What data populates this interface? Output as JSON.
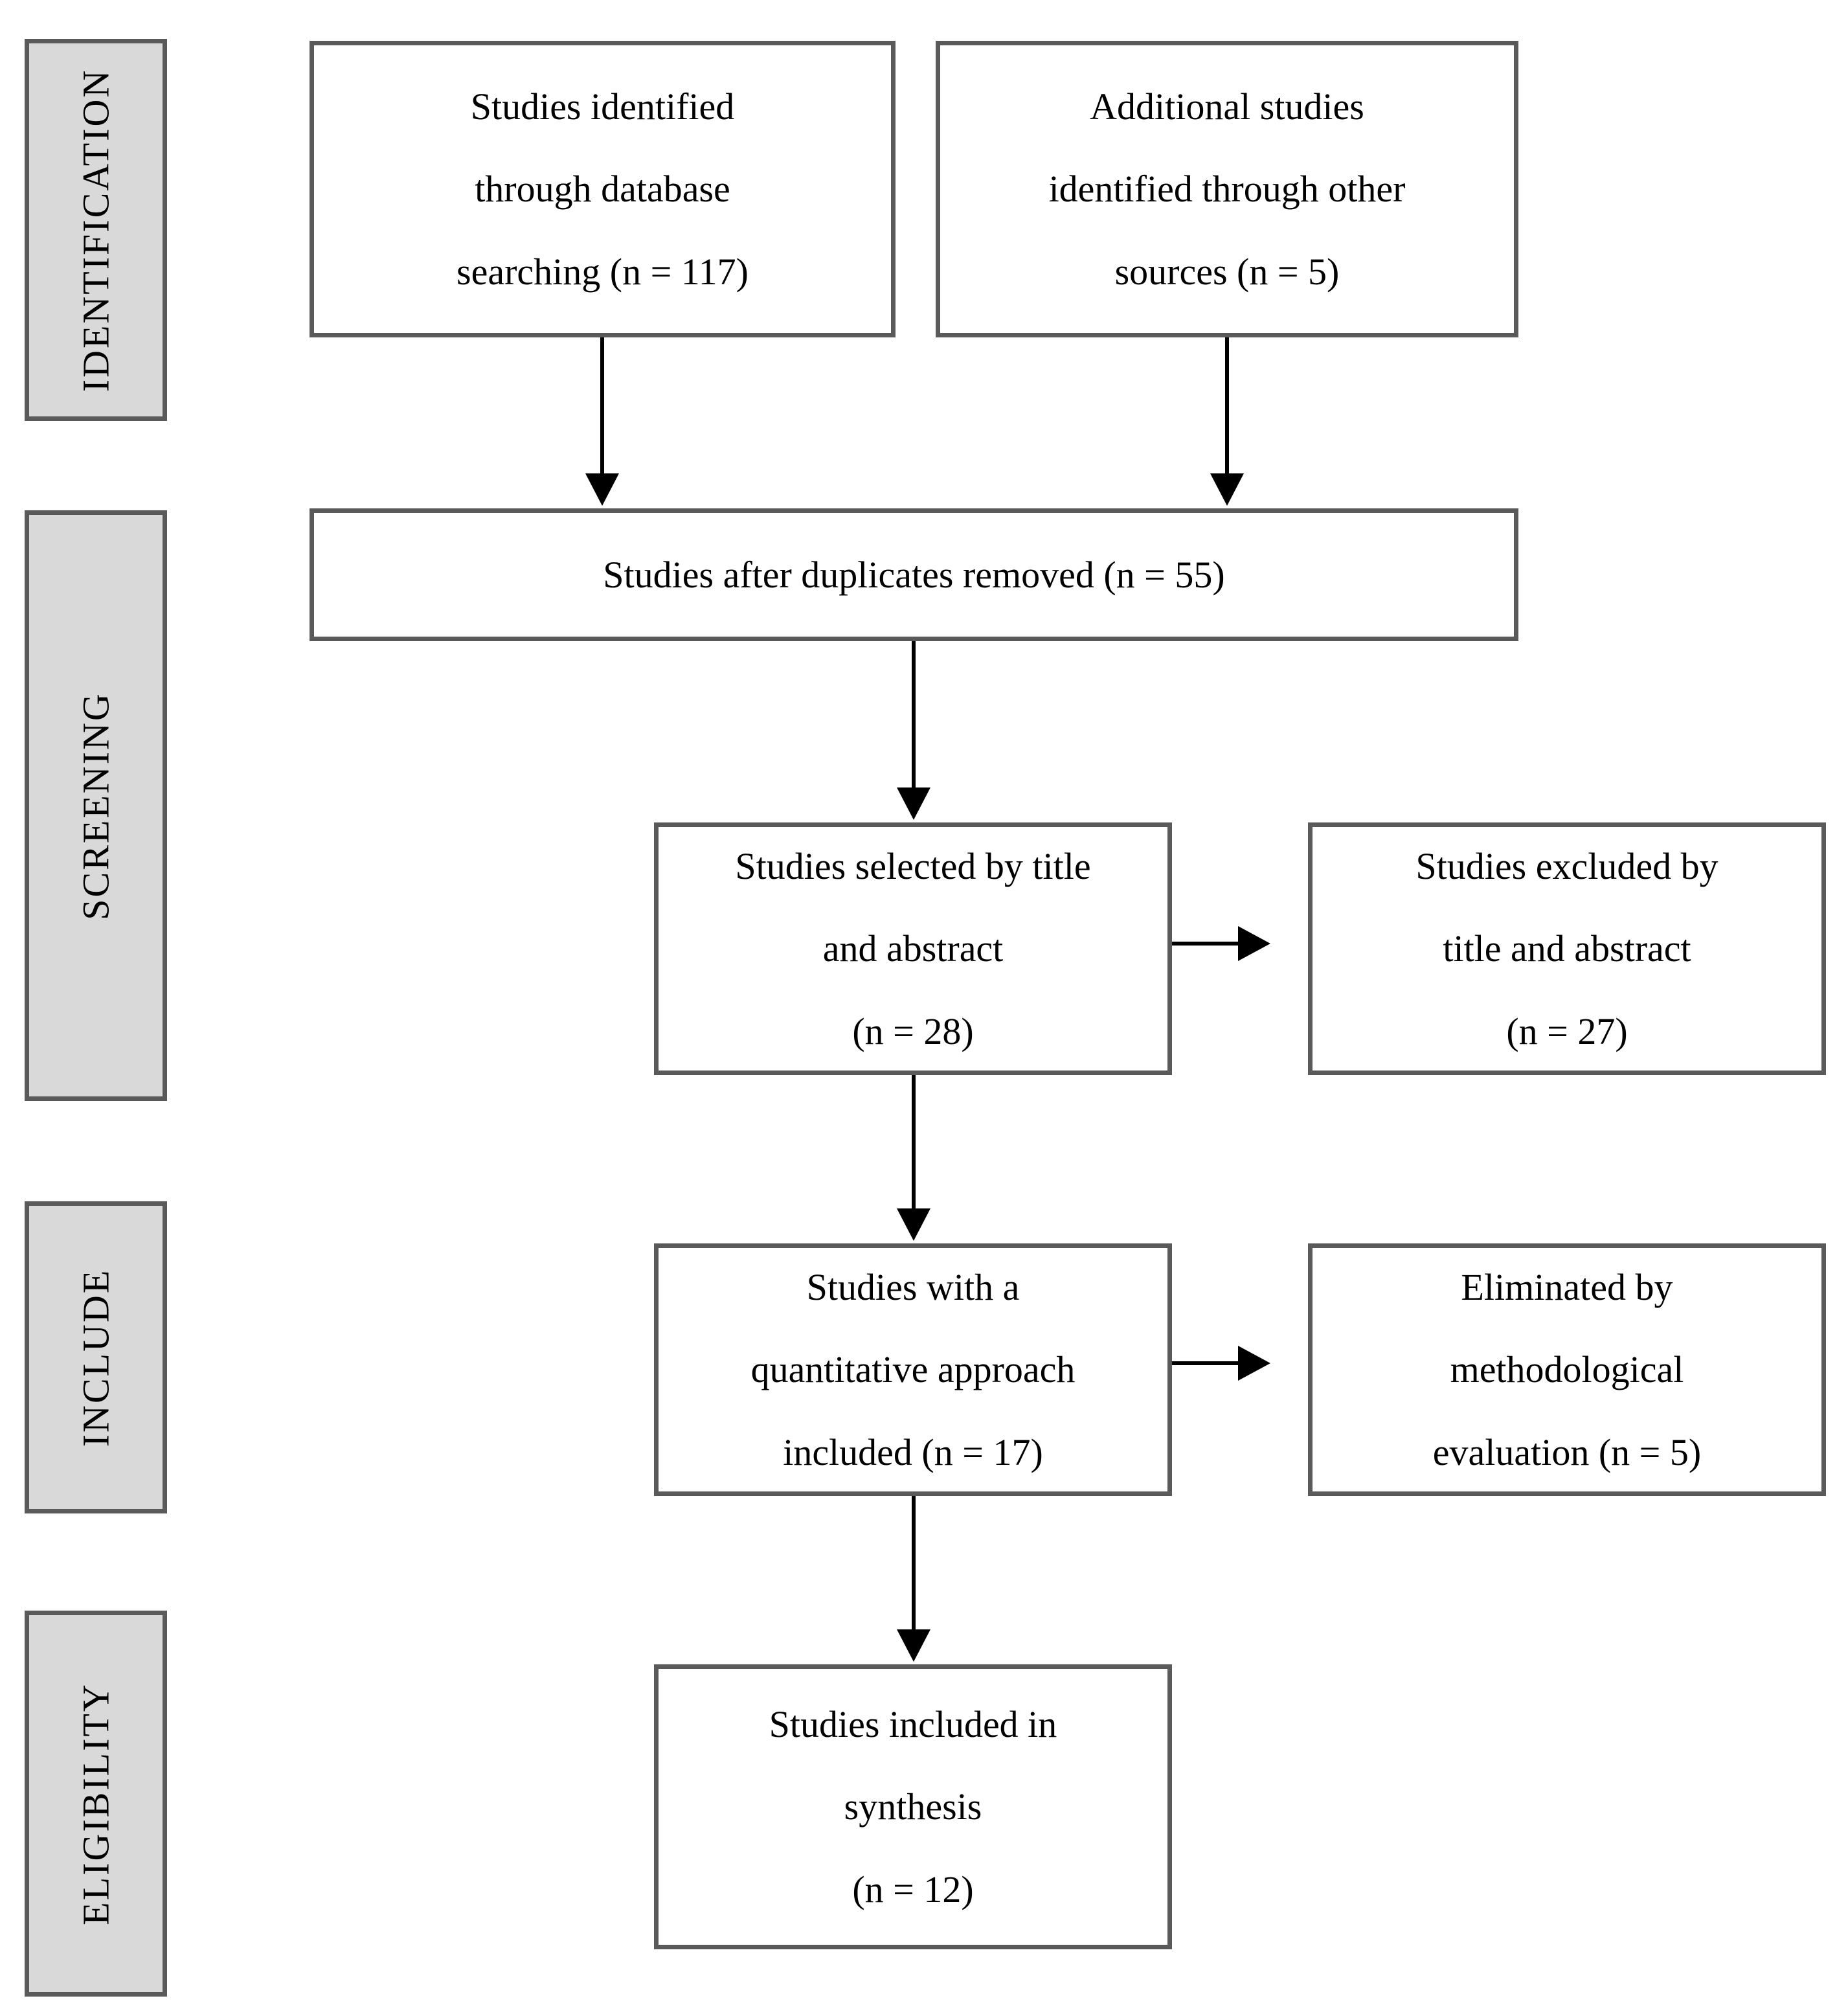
{
  "stages": [
    {
      "id": "identification",
      "label": "IDENTIFICATION"
    },
    {
      "id": "screening",
      "label": "SCREENING"
    },
    {
      "id": "include",
      "label": "INCLUDE"
    },
    {
      "id": "eligibility",
      "label": "ELIGIBILITY"
    }
  ],
  "boxes": {
    "identified_database": {
      "lines": [
        "Studies identified",
        "through database",
        "searching (n = 117)"
      ],
      "n": 117
    },
    "additional_sources": {
      "lines": [
        "Additional studies",
        "identified through other",
        "sources (n = 5)"
      ],
      "n": 5
    },
    "duplicates_removed": {
      "lines": [
        "Studies after duplicates removed (n = 55)"
      ],
      "n": 55
    },
    "selected_title_abstract": {
      "lines": [
        "Studies selected by title",
        "and abstract",
        "(n = 28)"
      ],
      "n": 28
    },
    "excluded_title_abstract": {
      "lines": [
        "Studies excluded by",
        "title and abstract",
        "(n = 27)"
      ],
      "n": 27
    },
    "quantitative_included": {
      "lines": [
        "Studies with a",
        "quantitative approach",
        "included (n = 17)"
      ],
      "n": 17
    },
    "eliminated_methodological": {
      "lines": [
        "Eliminated by",
        "methodological",
        "evaluation (n = 5)"
      ],
      "n": 5
    },
    "included_synthesis": {
      "lines": [
        "Studies included in",
        "synthesis",
        "(n = 12)"
      ],
      "n": 12
    }
  },
  "edges": [
    {
      "from": "identified_database",
      "to": "duplicates_removed"
    },
    {
      "from": "additional_sources",
      "to": "duplicates_removed"
    },
    {
      "from": "duplicates_removed",
      "to": "selected_title_abstract"
    },
    {
      "from": "selected_title_abstract",
      "to": "excluded_title_abstract"
    },
    {
      "from": "selected_title_abstract",
      "to": "quantitative_included"
    },
    {
      "from": "quantitative_included",
      "to": "eliminated_methodological"
    },
    {
      "from": "quantitative_included",
      "to": "included_synthesis"
    }
  ],
  "colors": {
    "box_border": "#5a5a5a",
    "stage_fill": "#d9d9d9",
    "box_fill": "#ffffff",
    "arrow": "#000000",
    "text": "#000000"
  }
}
